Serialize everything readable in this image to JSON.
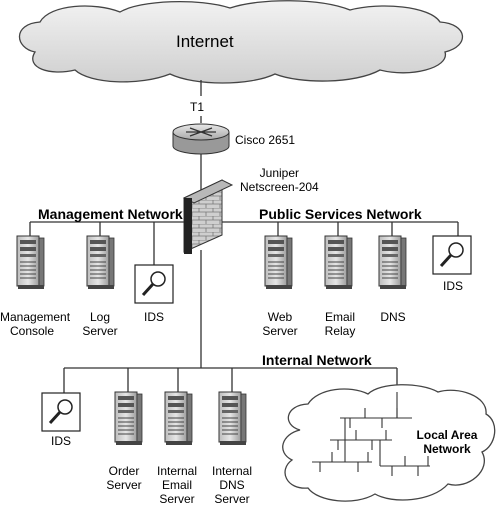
{
  "cloud_top": {
    "label": "Internet"
  },
  "link": {
    "label": "T1"
  },
  "router": {
    "label": "Cisco 2651"
  },
  "firewall": {
    "line1": "Juniper",
    "line2": "Netscreen-204"
  },
  "networks": {
    "management": "Management Network",
    "public": "Public Services Network",
    "internal": "Internal Network"
  },
  "management_devices": {
    "console": {
      "line1": "Management",
      "line2": "Console"
    },
    "log": {
      "line1": "Log",
      "line2": "Server"
    },
    "ids": "IDS"
  },
  "public_devices": {
    "web": {
      "line1": "Web",
      "line2": "Server"
    },
    "email": {
      "line1": "Email",
      "line2": "Relay"
    },
    "dns": "DNS",
    "ids": "IDS"
  },
  "internal_devices": {
    "ids": "IDS",
    "order": {
      "line1": "Order",
      "line2": "Server"
    },
    "email": {
      "line1": "Internal",
      "line2": "Email",
      "line3": "Server"
    },
    "dns": {
      "line1": "Internal",
      "line2": "DNS",
      "line3": "Server"
    }
  },
  "lan": {
    "line1": "Local Area",
    "line2": "Network"
  }
}
